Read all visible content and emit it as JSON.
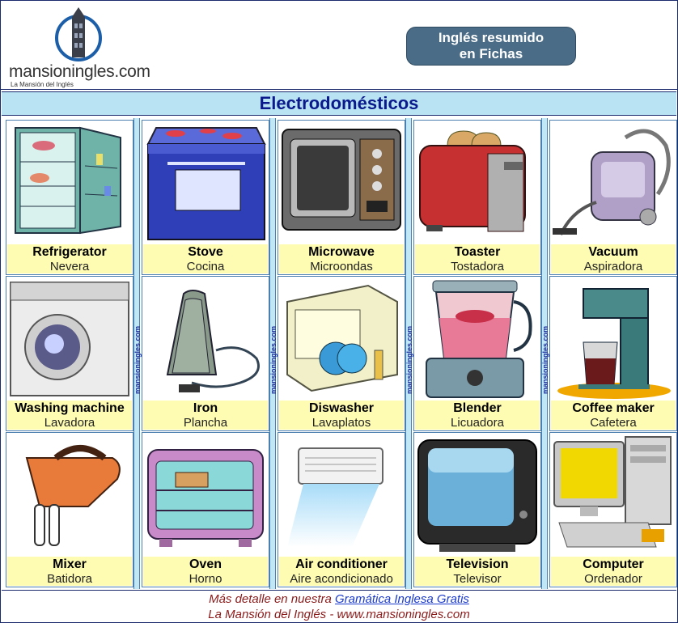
{
  "header": {
    "logo_text": "mansioningles.com",
    "logo_sub": "La Mansión del Inglés",
    "pill_line1": "Inglés resumido",
    "pill_line2": "en Fichas"
  },
  "title": "Electrodomésticos",
  "watermark": "mansioningles.com",
  "items": [
    {
      "en": "Refrigerator",
      "es": "Nevera",
      "icon": "refrigerator-icon"
    },
    {
      "en": "Stove",
      "es": "Cocina",
      "icon": "stove-icon"
    },
    {
      "en": "Microwave",
      "es": "Microondas",
      "icon": "microwave-icon"
    },
    {
      "en": "Toaster",
      "es": "Tostadora",
      "icon": "toaster-icon"
    },
    {
      "en": "Vacuum",
      "es": "Aspiradora",
      "icon": "vacuum-icon"
    },
    {
      "en": "Washing machine",
      "es": "Lavadora",
      "icon": "washing-machine-icon"
    },
    {
      "en": "Iron",
      "es": "Plancha",
      "icon": "iron-icon"
    },
    {
      "en": "Diswasher",
      "es": "Lavaplatos",
      "icon": "dishwasher-icon"
    },
    {
      "en": "Blender",
      "es": "Licuadora",
      "icon": "blender-icon"
    },
    {
      "en": "Coffee maker",
      "es": "Cafetera",
      "icon": "coffee-maker-icon"
    },
    {
      "en": "Mixer",
      "es": "Batidora",
      "icon": "mixer-icon"
    },
    {
      "en": "Oven",
      "es": "Horno",
      "icon": "oven-icon"
    },
    {
      "en": "Air conditioner",
      "es": "Aire acondicionado",
      "icon": "air-conditioner-icon"
    },
    {
      "en": "Television",
      "es": "Televisor",
      "icon": "television-icon"
    },
    {
      "en": "Computer",
      "es": "Ordenador",
      "icon": "computer-icon"
    }
  ],
  "footer": {
    "line1_prefix": "Más detalle en nuestra ",
    "line1_link": "Gramática Inglesa Gratis",
    "line2": "La Mansión del Inglés - www.mansioningles.com"
  },
  "colors": {
    "title_bg": "#b9e2f3",
    "title_text": "#0a1a8c",
    "label_bg": "#fefcb2",
    "pill_bg": "#4a6c87",
    "footer_text": "#8b1a1a",
    "link": "#1a3acc"
  }
}
